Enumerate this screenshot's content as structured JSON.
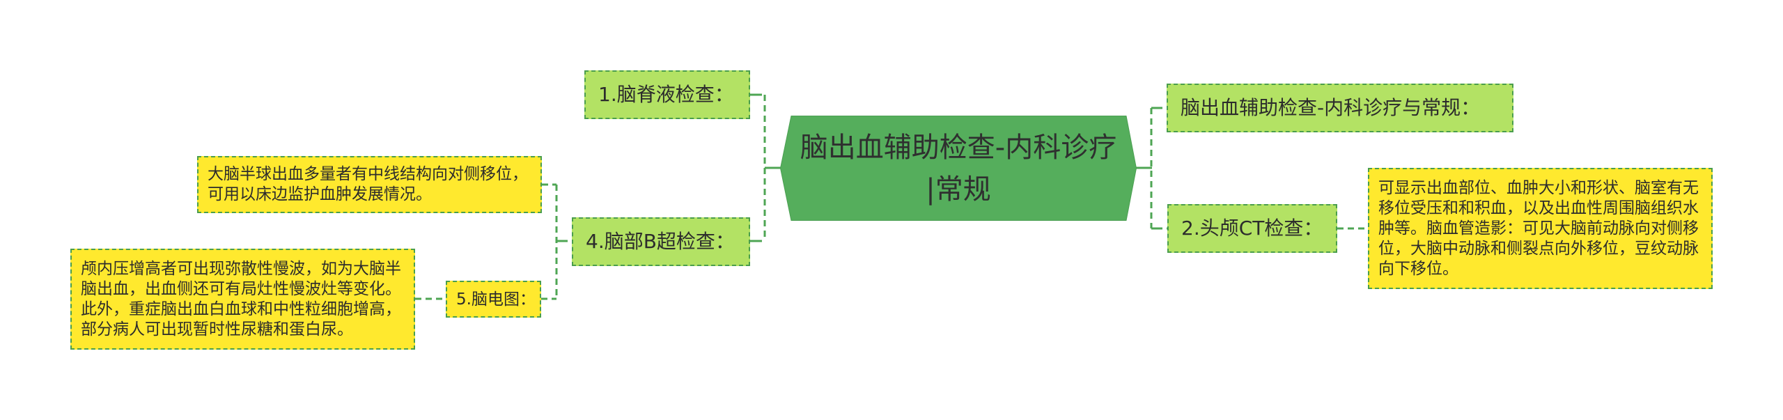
{
  "center": {
    "title_lines": [
      "脑出血辅助检查-内科诊疗",
      "|常规"
    ]
  },
  "left": {
    "branches": [
      {
        "label": "1.脑脊液检查："
      },
      {
        "label": "4.脑部B超检查：",
        "children": [
          {
            "text_lines": [
              "大脑半球出血多量者有中线结构向对侧移位，",
              "可用以床边监护血肿发展情况。"
            ]
          },
          {
            "label": "5.脑电图：",
            "children": [
              {
                "text_lines": [
                  "颅内压增高者可出现弥散性慢波，如为大脑半",
                  "脑出血，出血侧还可有局灶性慢波灶等变化。",
                  "此外，重症脑出血白血球和中性粒细胞增高，",
                  "部分病人可出现暂时性尿糖和蛋白尿。"
                ]
              }
            ]
          }
        ]
      }
    ]
  },
  "right": {
    "branches": [
      {
        "label": "脑出血辅助检查-内科诊疗与常规："
      },
      {
        "label": "2.头颅CT检查：",
        "children": [
          {
            "text_lines": [
              "可显示出血部位、血肿大小和形状、脑室有无",
              "移位受压和和积血，以及出血性周围脑组织水",
              "肿等。脑血管造影：可见大脑前动脉向对侧移",
              "位，大脑中动脉和侧裂点向外移位，豆纹动脉",
              "向下移位。"
            ]
          }
        ]
      }
    ]
  },
  "colors": {
    "center_fill": "#55ae5c",
    "level1_fill": "#b3e264",
    "detail_fill": "#ffe92e",
    "connector": "#4ea553",
    "border": "#4a9e4c"
  }
}
